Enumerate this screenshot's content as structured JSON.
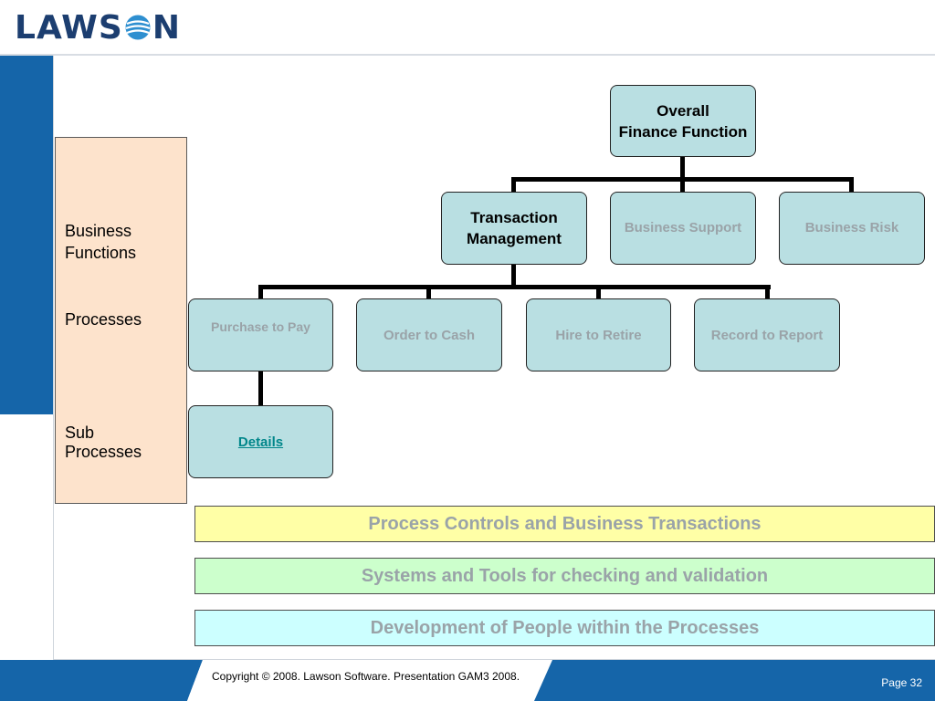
{
  "header": {
    "logo_text_left": "LAWS",
    "logo_text_right": "N"
  },
  "labels": {
    "business_functions": "Business Functions",
    "processes": "Processes",
    "sub_processes": "Sub Processes"
  },
  "diagram": {
    "root": {
      "line1": "Overall",
      "line2": "Finance Function"
    },
    "functions": [
      {
        "line1": "Transaction",
        "line2": "Management"
      },
      {
        "label": "Business Support"
      },
      {
        "label": "Business Risk"
      }
    ],
    "processes": [
      {
        "label": "Purchase to Pay"
      },
      {
        "label": "Order to Cash"
      },
      {
        "label": "Hire to Retire"
      },
      {
        "label": "Record to Report"
      }
    ],
    "sub_process": {
      "label": "Details"
    }
  },
  "bands": [
    {
      "label": "Process Controls and Business Transactions",
      "color": "#ffffa6"
    },
    {
      "label": "Systems and Tools for checking and validation",
      "color": "#ccffcc"
    },
    {
      "label": "Development of People within the Processes",
      "color": "#ccffff"
    }
  ],
  "footer": {
    "copyright": "Copyright © 2008.  Lawson Software.  Presentation GAM3 2008.",
    "page": "Page 32"
  },
  "colors": {
    "brand_blue": "#1565a9",
    "box_fill": "#b9dfe2",
    "label_panel": "#fde3cc"
  }
}
